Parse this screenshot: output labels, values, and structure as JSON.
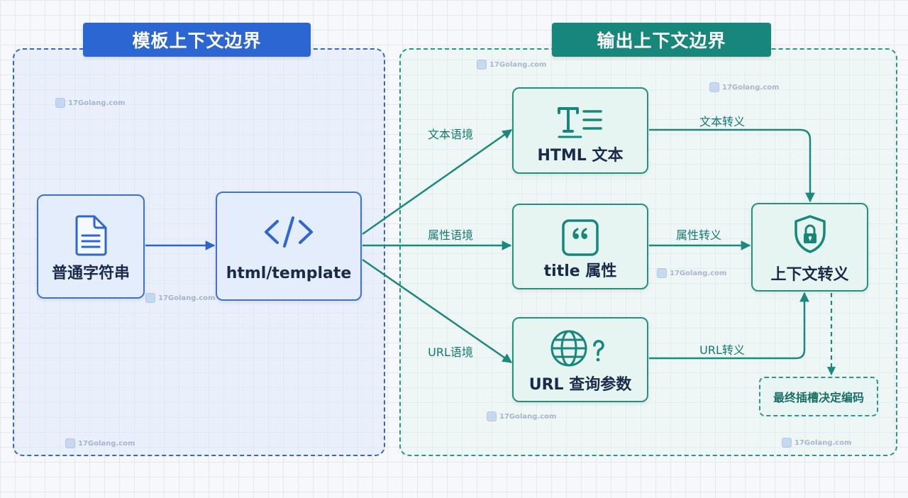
{
  "regions": {
    "template": {
      "title": "模板上下文边界"
    },
    "output": {
      "title": "输出上下文边界"
    }
  },
  "nodes": {
    "plain_string": {
      "label": "普通字符串",
      "icon": "document-icon"
    },
    "html_template": {
      "label": "html/template",
      "icon": "code-icon"
    },
    "html_text": {
      "label": "HTML 文本",
      "icon": "text-format-icon"
    },
    "title_attr": {
      "label": "title 属性",
      "icon": "quote-icon"
    },
    "url_query": {
      "label": "URL 查询参数",
      "icon": "globe-question-icon"
    },
    "context_escape": {
      "label": "上下文转义",
      "icon": "shield-lock-icon"
    },
    "final_slot": {
      "label": "最终插槽决定编码"
    }
  },
  "edges": {
    "text_context": "文本语境",
    "attr_context": "属性语境",
    "url_context": "URL语境",
    "text_escape": "文本转义",
    "attr_escape": "属性转义",
    "url_escape": "URL转义"
  },
  "watermark": {
    "text": "17Golang.com"
  },
  "colors": {
    "template_accent": "#2c66d2",
    "output_accent": "#17877c",
    "label_text": "#1b2a4a"
  }
}
